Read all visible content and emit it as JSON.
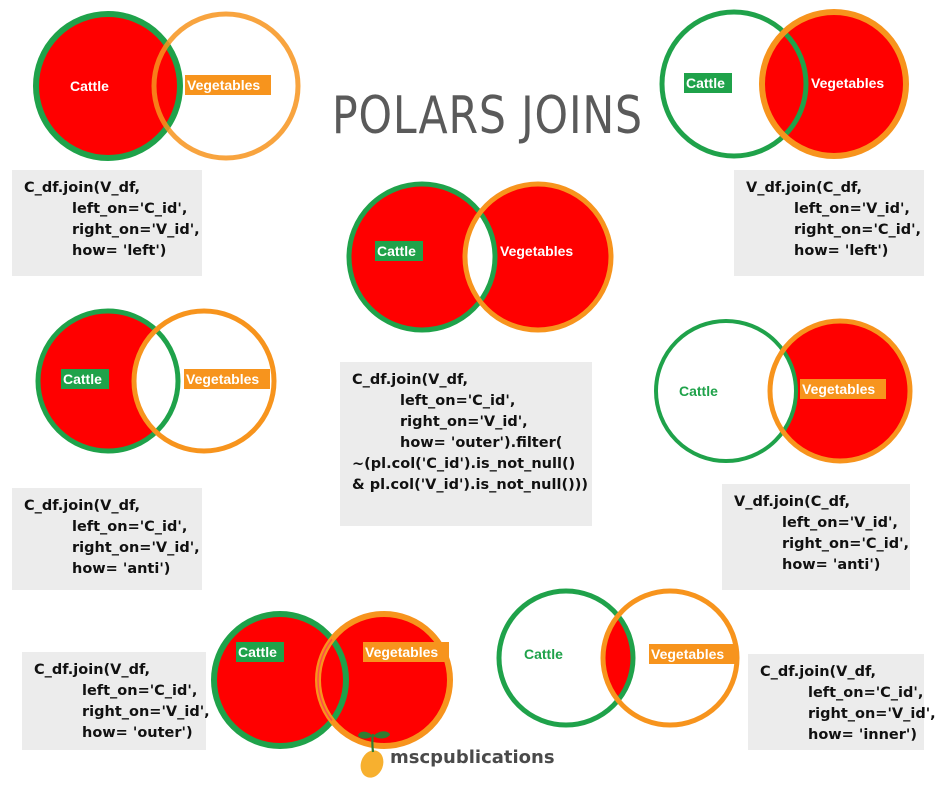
{
  "title": "POLARS JOINS",
  "brand": "mscpublications",
  "labels": {
    "left_set": "Cattle",
    "right_set": "Vegetables"
  },
  "colors": {
    "fill": "#ff0000",
    "cattle_ring": "#1fa24a",
    "vegetables_ring": "#f7941d",
    "cattle_label_bg": "#1fa24a",
    "vegetables_label_bg": "#f7941d",
    "code_bg": "#ececec",
    "title": "#5a5a5a"
  },
  "joins": {
    "left": [
      "C_df.join(V_df,",
      "left_on='C_id',",
      "right_on='V_id',",
      "how= 'left')"
    ],
    "right": [
      "V_df.join(C_df,",
      "left_on='V_id',",
      "right_on='C_id',",
      "how= 'left')"
    ],
    "outer_filter": [
      "C_df.join(V_df,",
      "left_on='C_id',",
      "right_on='V_id',",
      "how= 'outer').filter(",
      "~(pl.col('C_id').is_not_null()",
      "& pl.col('V_id').is_not_null()))"
    ],
    "anti_left": [
      "C_df.join(V_df,",
      "left_on='C_id',",
      "right_on='V_id',",
      "how= 'anti')"
    ],
    "anti_right": [
      "V_df.join(C_df,",
      "left_on='V_id',",
      "right_on='C_id',",
      "how= 'anti')"
    ],
    "outer": [
      "C_df.join(V_df,",
      "left_on='C_id',",
      "right_on='V_id',",
      "how= 'outer')"
    ],
    "inner": [
      "C_df.join(V_df,",
      "left_on='C_id',",
      "right_on='V_id',",
      "how= 'inner')"
    ]
  }
}
